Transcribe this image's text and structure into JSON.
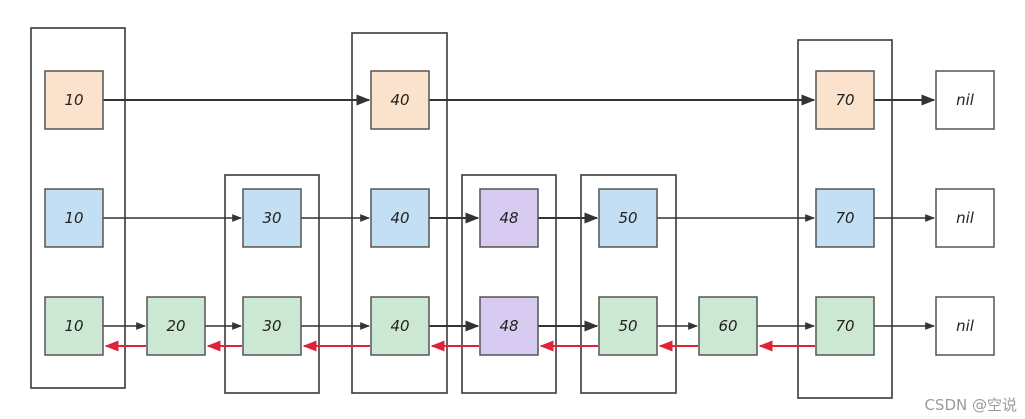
{
  "colors": {
    "orange": "#fbe2cc",
    "blue": "#c3dff3",
    "green": "#cde8d2",
    "purple": "#d7cbf2",
    "white": "#ffffff",
    "stroke": "#555555",
    "arrow": "#333333",
    "back_arrow": "#e0233a"
  },
  "levels": [
    {
      "row": "top",
      "fill": "orange",
      "nodes": [
        "10",
        "40",
        "70",
        "nil"
      ]
    },
    {
      "row": "middle",
      "fill": "blue",
      "nodes": [
        "10",
        "30",
        "40",
        "48",
        "50",
        "70",
        "nil"
      ]
    },
    {
      "row": "bottom",
      "fill": "green",
      "nodes": [
        "10",
        "20",
        "30",
        "40",
        "48",
        "50",
        "60",
        "70",
        "nil"
      ]
    }
  ],
  "watermark": "CSDN @空说"
}
